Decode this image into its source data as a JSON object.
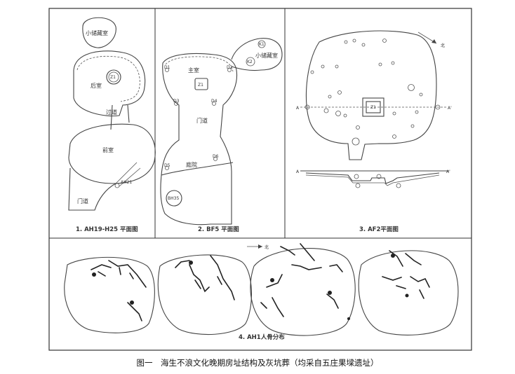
{
  "panel1": {
    "storage": "小储藏室",
    "rear": "后室",
    "passage": "过道",
    "front": "前室",
    "door": "门道",
    "z1": "Z1",
    "ah": "AH21",
    "caption": "1. AH19-H25 平面图"
  },
  "panel2": {
    "main": "主室",
    "storage": "小储藏室",
    "door": "门道",
    "yard": "庭院",
    "z1": "Z1",
    "k1": "K1",
    "k2": "K2",
    "d1": "D1",
    "d2": "D2",
    "d3": "D3",
    "d4": "D4",
    "d5": "D5",
    "d6": "D6",
    "pit": "BH35",
    "caption": "2. BF5 平面图"
  },
  "panel3": {
    "z1": "Z1",
    "a_left": "A",
    "a_right": "A'",
    "a_left2": "A",
    "a_right2": "A'",
    "north": "北",
    "caption": "3. AF2平面图"
  },
  "panel4": {
    "north": "北",
    "caption": "4. AH1人骨分布"
  },
  "figure_caption": "图一　海生不浪文化晚期房址结构及灰坑葬（均采自五庄果墚遗址）"
}
